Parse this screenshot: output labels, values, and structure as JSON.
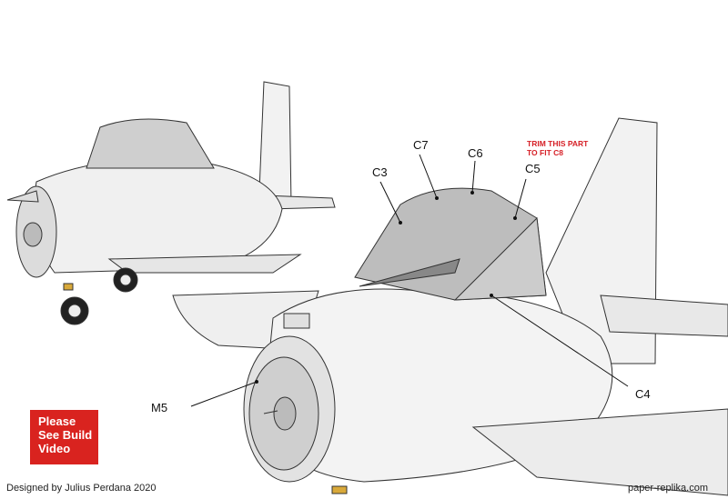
{
  "labels": {
    "c3": "C3",
    "c7": "C7",
    "c6": "C6",
    "c5": "C5",
    "c4": "C4",
    "m5": "M5"
  },
  "note": {
    "line1": "TRIM THIS PART",
    "line2": "TO FIT C8"
  },
  "video_box": {
    "line1": "Please",
    "line2": "See Build",
    "line3": "Video"
  },
  "footer": {
    "designer": "Designed by Julius Perdana 2020",
    "site": "paper-replika.com"
  },
  "colors": {
    "accent_red": "#d9231f",
    "note_red": "#d61f26"
  }
}
